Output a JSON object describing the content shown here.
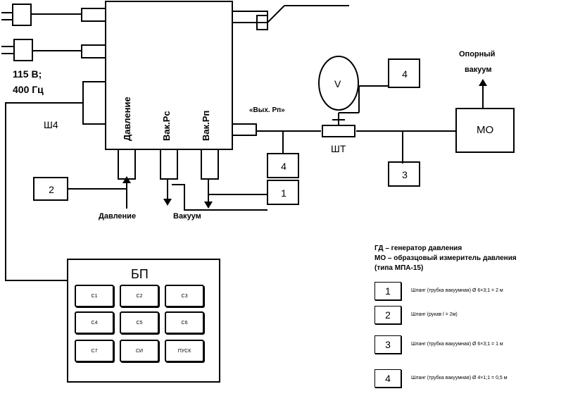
{
  "power_label_line1": "115 В;",
  "power_label_line2": "400 Гц",
  "connector_sh4": "Ш4",
  "port_labels": [
    "Давление",
    "Вак.Рс",
    "Вак.Рп"
  ],
  "output_label": "«Вых. Рп»",
  "voltmeter": "V",
  "tee_label": "ШТ",
  "mo_label": "МО",
  "ref_vacuum_line1": "Опорный",
  "ref_vacuum_line2": "вакуум",
  "numbered_boxes": [
    "1",
    "2",
    "3",
    "4",
    "4"
  ],
  "pressure_label": "Давление",
  "vacuum_label": "Вакуум",
  "bp": {
    "title": "БП",
    "buttons": [
      "С1",
      "С2",
      "С3",
      "С4",
      "С5",
      "С6",
      "С7",
      "СИ",
      "ПУСК"
    ]
  },
  "legend_header": [
    "ГД – генератор давления",
    "МО – образцовый измеритель давления",
    "(типа МПА-15)"
  ],
  "legend": [
    {
      "num": "1",
      "text": "Шланг (трубка вакуумная) Ø 6×3;1 = 2 м"
    },
    {
      "num": "2",
      "text": "Шланг (рукав l = 2м)"
    },
    {
      "num": "3",
      "text": "Шланг (трубка вакуумная) Ø 6×3;1 = 1 м"
    },
    {
      "num": "4",
      "text": "Шланг (трубка вакуумная) Ø 4×1;1 = 0,5 м"
    }
  ]
}
